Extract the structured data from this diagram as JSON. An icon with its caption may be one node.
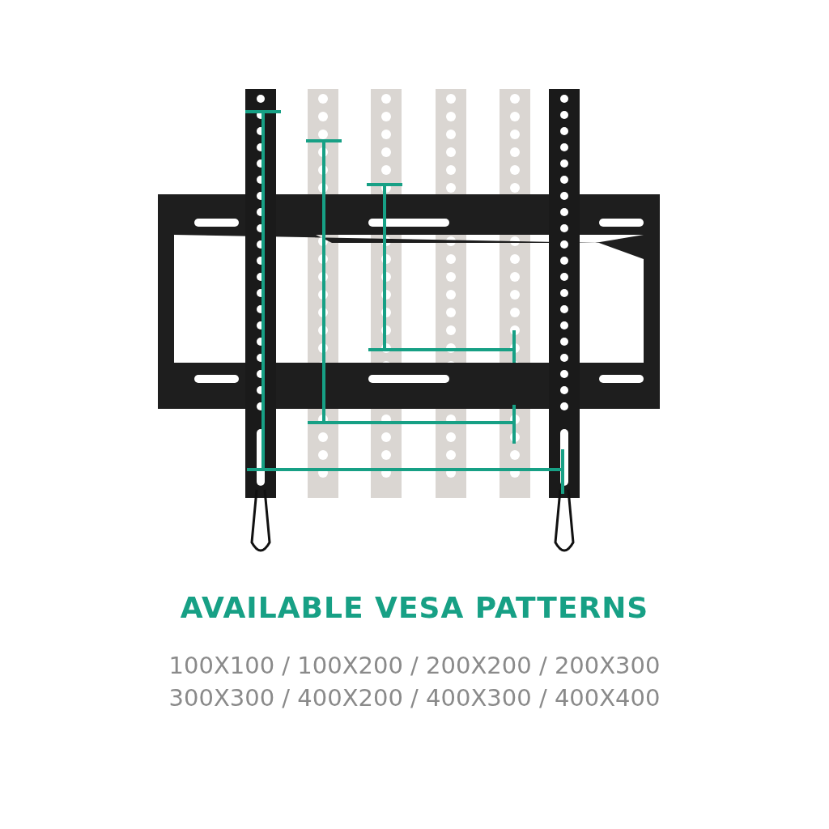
{
  "diagram": {
    "title": "AVAILABLE VESA PATTERNS",
    "labels": [
      "100X100 / 100X200 / 200X200 / 200X300",
      "300X300 / 400X200 / 400X300 / 400X400"
    ]
  }
}
